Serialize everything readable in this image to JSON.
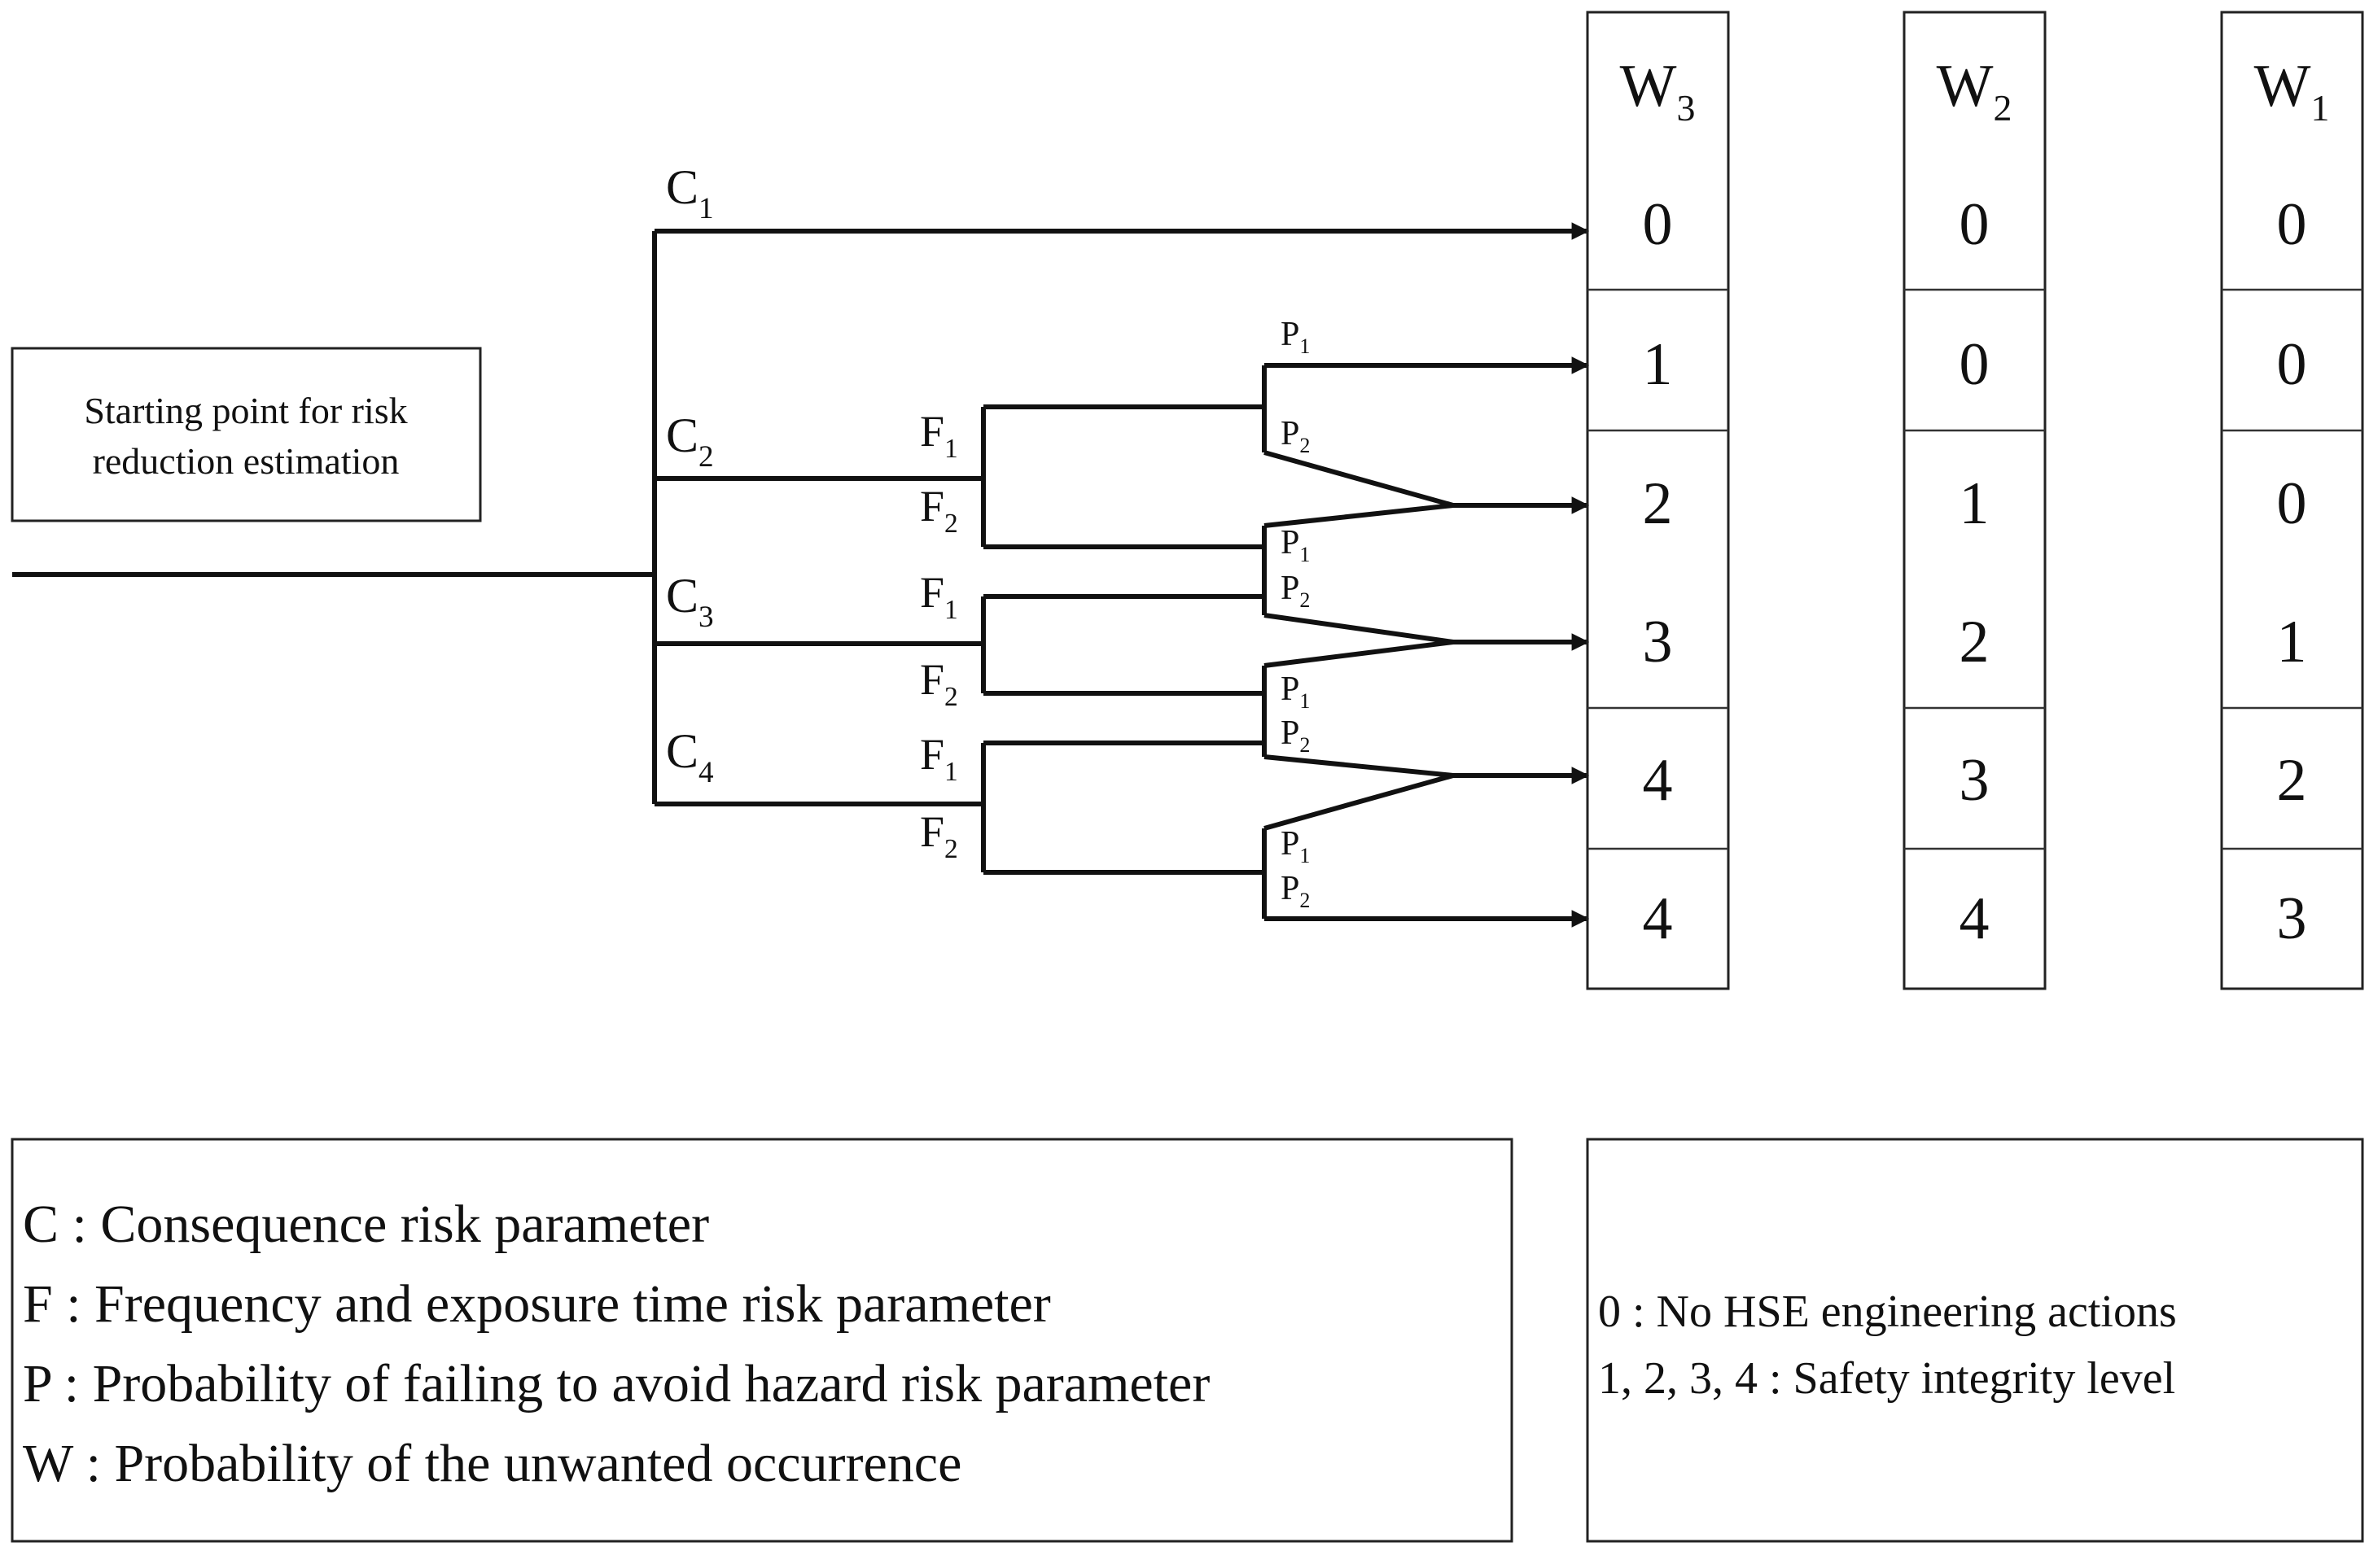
{
  "start_box": {
    "line1": "Starting point for risk",
    "line2": "reduction estimation"
  },
  "branches": {
    "c1": {
      "base": "C",
      "sub": "1"
    },
    "c2": {
      "base": "C",
      "sub": "2"
    },
    "c3": {
      "base": "C",
      "sub": "3"
    },
    "c4": {
      "base": "C",
      "sub": "4"
    },
    "f1": {
      "base": "F",
      "sub": "1"
    },
    "f2": {
      "base": "F",
      "sub": "2"
    },
    "p1": {
      "base": "P",
      "sub": "1"
    },
    "p2": {
      "base": "P",
      "sub": "2"
    }
  },
  "columns": [
    {
      "header_base": "W",
      "header_sub": "3",
      "values": [
        "0",
        "1",
        "2",
        "3",
        "4",
        "4"
      ]
    },
    {
      "header_base": "W",
      "header_sub": "2",
      "values": [
        "0",
        "0",
        "1",
        "2",
        "3",
        "4"
      ]
    },
    {
      "header_base": "W",
      "header_sub": "1",
      "values": [
        "0",
        "0",
        "0",
        "1",
        "2",
        "3"
      ]
    }
  ],
  "legend_left": [
    "C : Consequence risk parameter",
    "F : Frequency and exposure time risk parameter",
    "P : Probability of failing to avoid hazard risk parameter",
    "W : Probability of the unwanted occurrence"
  ],
  "legend_right": [
    "0 : No HSE engineering actions",
    "1, 2, 3, 4 : Safety integrity level"
  ],
  "colors": {
    "line": "#111111",
    "background": "#ffffff"
  }
}
